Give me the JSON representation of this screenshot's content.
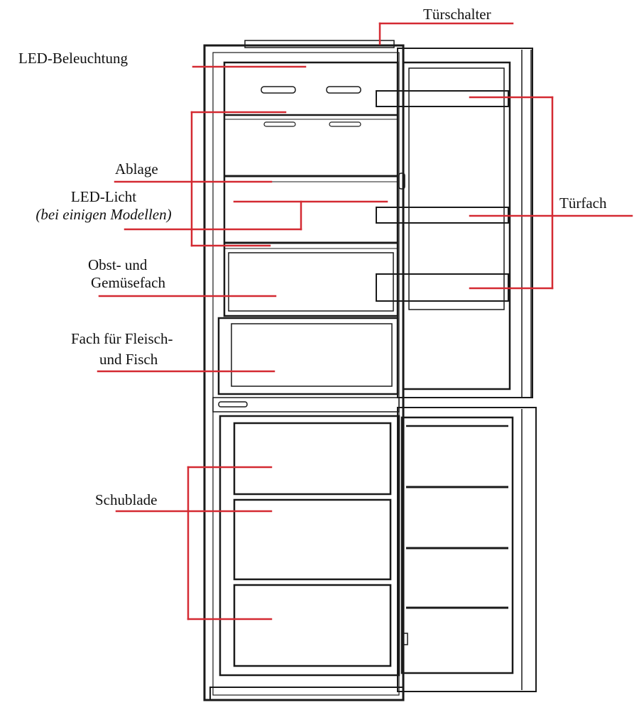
{
  "labels": {
    "tuerschalter": "Türschalter",
    "led_beleuchtung": "LED-Beleuchtung",
    "ablage": "Ablage",
    "led_licht": "LED-Licht",
    "led_licht_note": "(bei einigen Modellen)",
    "obst_line1": "Obst- und",
    "obst_line2": "Gemüsefach",
    "fleisch_line1": "Fach für Fleisch-",
    "fleisch_line2": "und Fisch",
    "schublade": "Schublade",
    "tuerfach": "Türfach"
  },
  "colors": {
    "leader": "#d42a32",
    "outline": "#1a1a1a",
    "text": "#111111"
  }
}
